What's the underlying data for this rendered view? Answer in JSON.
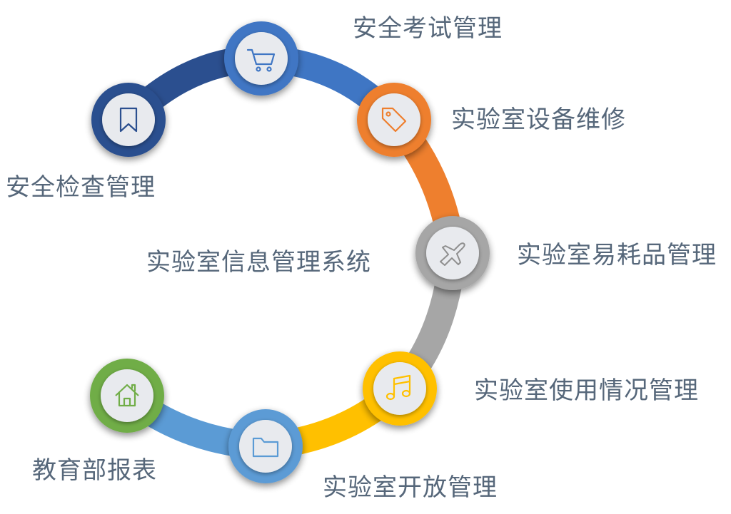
{
  "center_title": "实验室信息管理系统",
  "nodes": [
    {
      "label": "安全检查管理",
      "icon": "bookmark-icon",
      "color": "#2b4f8f"
    },
    {
      "label": "安全考试管理",
      "icon": "shopping-cart-icon",
      "color": "#3f76c4"
    },
    {
      "label": "实验室设备维修",
      "icon": "tag-icon",
      "color": "#ee7f2e"
    },
    {
      "label": "实验室易耗品管理",
      "icon": "airplane-icon",
      "color": "#a6a6a6"
    },
    {
      "label": "实验室使用情况管理",
      "icon": "music-note-icon",
      "color": "#ffc000"
    },
    {
      "label": "实验室开放管理",
      "icon": "folder-icon",
      "color": "#5b9bd5"
    },
    {
      "label": "教育部报表",
      "icon": "home-icon",
      "color": "#70ad47"
    }
  ],
  "colors": {
    "text": "#56677a",
    "node_inner": "#e8eaee"
  }
}
